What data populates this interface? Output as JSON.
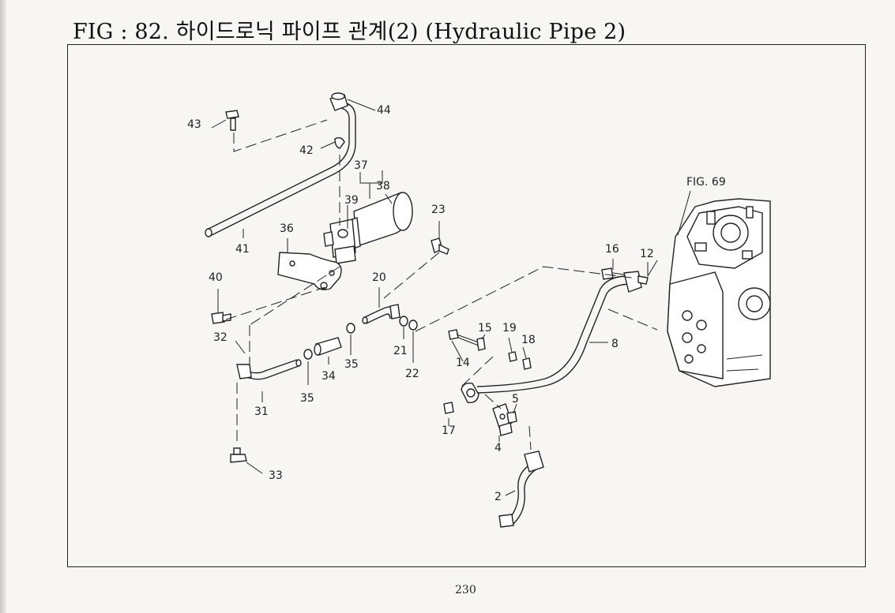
{
  "figure": {
    "title": "FIG : 82. 하이드로닉 파이프 관계(2) (Hydraulic Pipe 2)",
    "page_number": "230",
    "reference": "FIG. 69"
  },
  "callouts": [
    "43",
    "44",
    "42",
    "37",
    "38",
    "39",
    "41",
    "36",
    "23",
    "40",
    "20",
    "16",
    "12",
    "32",
    "21",
    "22",
    "15",
    "19",
    "18",
    "8",
    "35",
    "34",
    "14",
    "31",
    "35",
    "5",
    "17",
    "4",
    "33",
    "2"
  ]
}
